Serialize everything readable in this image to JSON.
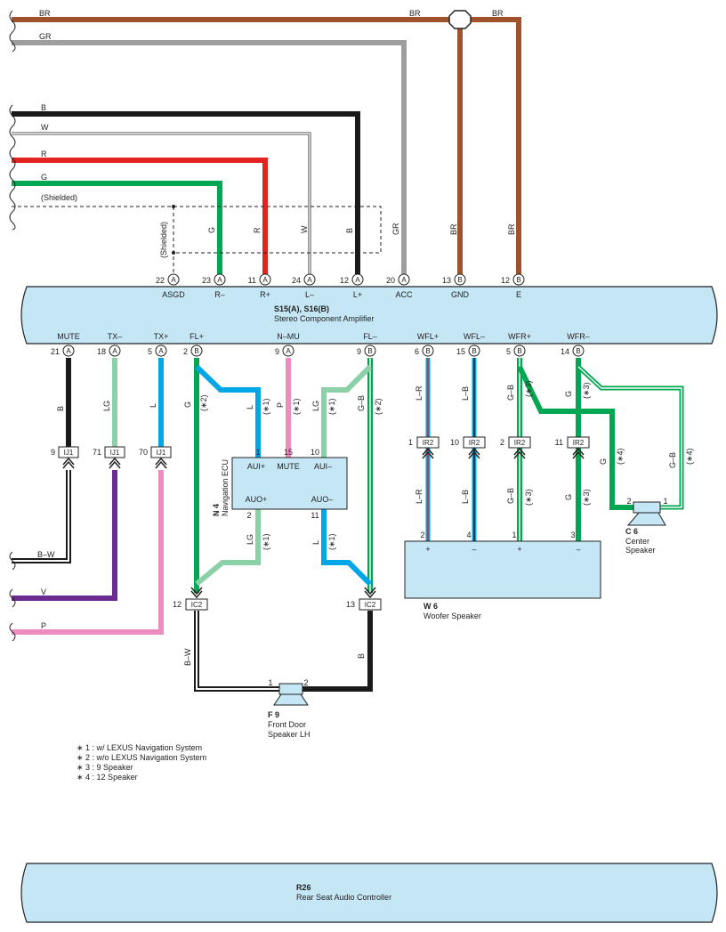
{
  "colors": {
    "BR": "#a0522d",
    "GR": "#9e9e9e",
    "B": "#1a1a1a",
    "W": "#ffffff",
    "R": "#e32222",
    "G": "#00a651",
    "LG": "#8cd0a8",
    "L": "#00a6e6",
    "P": "#ef8cbf",
    "V": "#6a2c8e",
    "box": "#c5e6f5"
  },
  "wire_codes": {
    "br": "BR",
    "gr": "GR",
    "b": "B",
    "w": "W",
    "r": "R",
    "g": "G",
    "shielded": "(Shielded)",
    "lg": "LG",
    "l": "L",
    "p": "P",
    "v": "V",
    "bw": "B–W",
    "gb": "G–B",
    "lr": "L–R",
    "lb": "L–B"
  },
  "amp": {
    "id": "S15(A), S16(B)",
    "name": "Stereo Component Amplifier",
    "top_pins": [
      {
        "num": "22",
        "conn": "A",
        "name": "ASGD"
      },
      {
        "num": "23",
        "conn": "A",
        "name": "R–"
      },
      {
        "num": "11",
        "conn": "A",
        "name": "R+"
      },
      {
        "num": "24",
        "conn": "A",
        "name": "L–"
      },
      {
        "num": "12",
        "conn": "A",
        "name": "L+"
      },
      {
        "num": "20",
        "conn": "A",
        "name": "ACC"
      },
      {
        "num": "13",
        "conn": "B",
        "name": "GND"
      },
      {
        "num": "12",
        "conn": "B",
        "name": "E"
      }
    ],
    "bottom_pins": [
      {
        "num": "21",
        "conn": "A",
        "name": "MUTE"
      },
      {
        "num": "18",
        "conn": "A",
        "name": "TX–"
      },
      {
        "num": "5",
        "conn": "A",
        "name": "TX+"
      },
      {
        "num": "2",
        "conn": "B",
        "name": "FL+"
      },
      {
        "num": "9",
        "conn": "A",
        "name": "N–MU"
      },
      {
        "num": "9",
        "conn": "B",
        "name": "FL–"
      },
      {
        "num": "6",
        "conn": "B",
        "name": "WFL+"
      },
      {
        "num": "15",
        "conn": "B",
        "name": "WFL–"
      },
      {
        "num": "5",
        "conn": "B",
        "name": "WFR+"
      },
      {
        "num": "14",
        "conn": "B",
        "name": "WFR–"
      }
    ]
  },
  "nav_ecu": {
    "id": "N 4",
    "name": "Navigation ECU",
    "pins": [
      {
        "num": "1",
        "name": "AUI+"
      },
      {
        "num": "15",
        "name": "MUTE"
      },
      {
        "num": "10",
        "name": "AUI–"
      },
      {
        "num": "2",
        "name": "AUO+"
      },
      {
        "num": "11",
        "name": "AUO–"
      }
    ]
  },
  "connectors": {
    "ij1": "IJ1",
    "ic2": "IC2",
    "ir2": "IR2",
    "ij1_pins": [
      "9",
      "71",
      "70"
    ],
    "ic2_pins": [
      "12",
      "13"
    ],
    "ir2_pins": [
      "1",
      "10",
      "2",
      "11"
    ]
  },
  "woofer": {
    "id": "W 6",
    "name": "Woofer Speaker",
    "pins": [
      "2",
      "4",
      "1",
      "3"
    ],
    "signs": [
      "+",
      "–",
      "+",
      "–"
    ]
  },
  "center": {
    "id": "C 6",
    "name_line1": "Center",
    "name_line2": "Speaker",
    "pins": [
      "2",
      "1"
    ]
  },
  "front_door": {
    "id": "F 9",
    "name_line1": "Front Door",
    "name_line2": "Speaker LH",
    "pins": [
      "1",
      "2"
    ]
  },
  "rear": {
    "id": "R26",
    "name": "Rear Seat Audio Controller"
  },
  "markers": {
    "n1": "(∗1)",
    "n2": "(∗2)",
    "n3": "(∗3)",
    "n4": "(∗4)"
  },
  "notes": [
    "∗ 1 : w/ LEXUS Navigation System",
    "∗ 2 : w/o LEXUS Navigation System",
    "∗ 3 : 9 Speaker",
    "∗ 4 : 12 Speaker"
  ]
}
